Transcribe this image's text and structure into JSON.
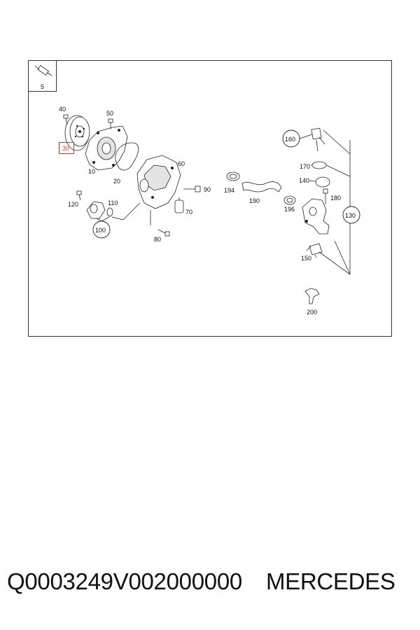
{
  "diagram": {
    "labels": {
      "p5": "5",
      "p10": "10",
      "p20": "20",
      "p30": "30",
      "p40": "40",
      "p50": "50",
      "p60": "60",
      "p70": "70",
      "p80": "80",
      "p90": "90",
      "p100": "100",
      "p110": "110",
      "p120": "120",
      "p130": "130",
      "p140": "140",
      "p150": "150",
      "p160": "160",
      "p170": "170",
      "p180": "180",
      "p190": "190",
      "p194": "194",
      "p196": "196",
      "p200": "200"
    },
    "highlight_color": "#e0403a"
  },
  "footer": {
    "part_code": "Q0003249V002000000",
    "brand": "MERCEDES"
  }
}
